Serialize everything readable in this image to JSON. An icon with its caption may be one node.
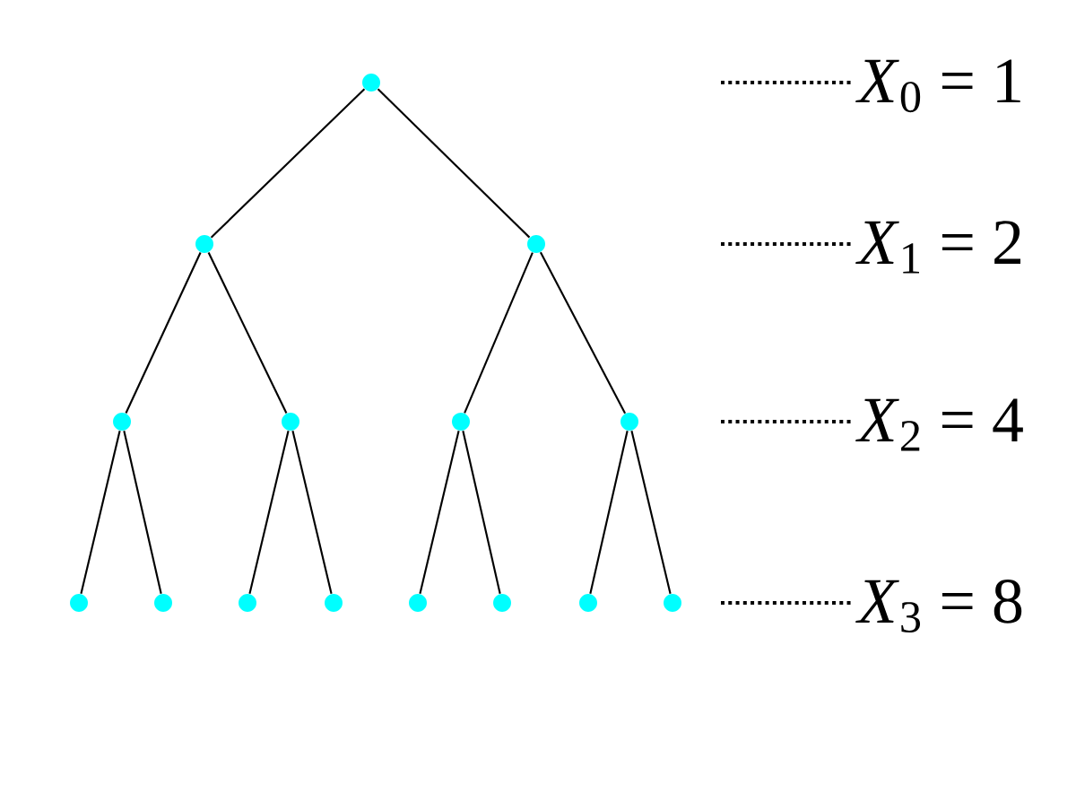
{
  "diagram": {
    "nodes": [
      {
        "text": [],
        "shape": "circle"
      },
      {
        "text": [],
        "shape": "circle"
      },
      {
        "text": [],
        "shape": "circle"
      },
      {
        "text": [],
        "shape": "circle"
      },
      {
        "text": [],
        "shape": "circle"
      },
      {
        "text": [],
        "shape": "circle"
      },
      {
        "text": [],
        "shape": "circle"
      },
      {
        "text": [],
        "shape": "circle"
      },
      {
        "text": [],
        "shape": "circle"
      },
      {
        "text": [],
        "shape": "circle"
      },
      {
        "text": [],
        "shape": "circle"
      },
      {
        "text": [],
        "shape": "circle"
      },
      {
        "text": [],
        "shape": "circle"
      },
      {
        "text": [],
        "shape": "circle"
      },
      {
        "text": [],
        "shape": "circle"
      }
    ],
    "edges": [
      {
        "from": 0,
        "to": 1,
        "arrow": "none"
      },
      {
        "from": 0,
        "to": 2,
        "arrow": "none"
      },
      {
        "from": 1,
        "to": 3,
        "arrow": "none"
      },
      {
        "from": 1,
        "to": 4,
        "arrow": "none"
      },
      {
        "from": 2,
        "to": 5,
        "arrow": "none"
      },
      {
        "from": 2,
        "to": 6,
        "arrow": "none"
      },
      {
        "from": 3,
        "to": 7,
        "arrow": "none"
      },
      {
        "from": 3,
        "to": 8,
        "arrow": "none"
      },
      {
        "from": 4,
        "to": 9,
        "arrow": "none"
      },
      {
        "from": 4,
        "to": 10,
        "arrow": "none"
      },
      {
        "from": 5,
        "to": 11,
        "arrow": "none"
      },
      {
        "from": 5,
        "to": 12,
        "arrow": "none"
      },
      {
        "from": 6,
        "to": 13,
        "arrow": "none"
      },
      {
        "from": 6,
        "to": 14,
        "arrow": "none"
      }
    ],
    "labels": [
      "*X*$_{0}$ = 1",
      "*X*$_{1}$ = 2",
      "*X*$_{2}$ = 4",
      "*X*$_{3}$ = 8"
    ]
  }
}
